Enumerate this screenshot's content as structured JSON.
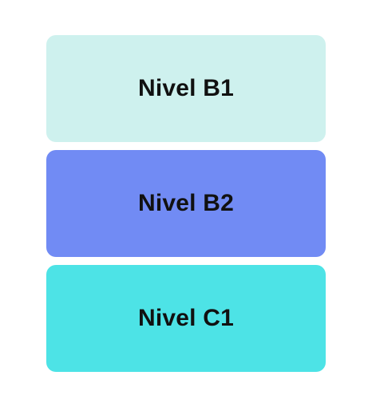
{
  "levels": [
    {
      "label": "Nivel B1",
      "color": "#cef1ee"
    },
    {
      "label": "Nivel B2",
      "color": "#718bf4"
    },
    {
      "label": "Nivel C1",
      "color": "#4de3e6"
    }
  ]
}
